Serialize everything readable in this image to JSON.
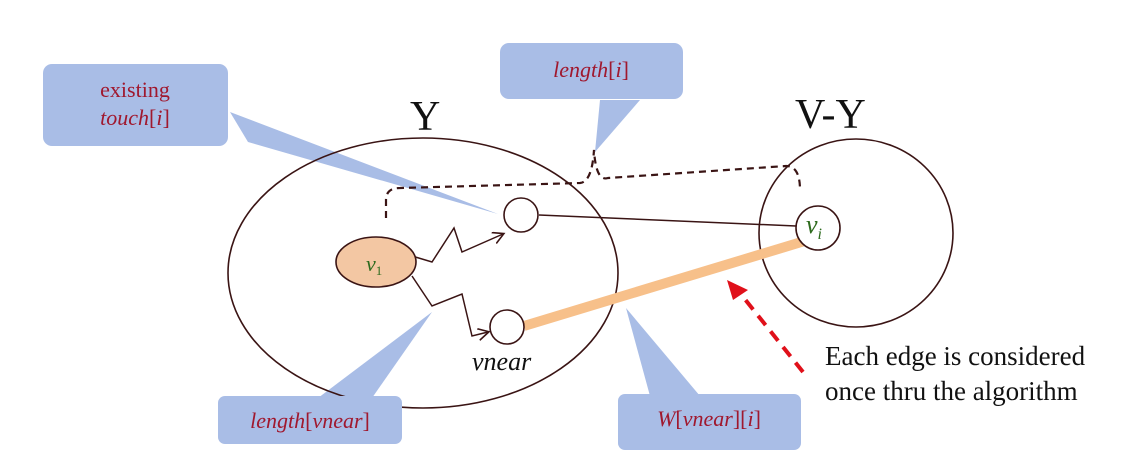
{
  "colors": {
    "callout_fill": "#a9bde6",
    "callout_text": "#a0182e",
    "ink": "#3a1414",
    "source_fill": "#f3c7a3",
    "highlight_edge": "#f7c08a",
    "arrow_red": "#e0101a",
    "vi_text": "#2e6b1e",
    "caption_text": "#111111"
  },
  "sets": {
    "left_label": "Y",
    "right_label": "V-Y"
  },
  "nodes": {
    "source": {
      "base": "v",
      "sub": "1"
    },
    "target": {
      "base": "v",
      "sub": "i"
    },
    "vnear": "vnear"
  },
  "callouts": {
    "existing_line1": "existing",
    "existing_line2_italic": "touch",
    "existing_line2_rest": "[",
    "existing_line2_index": "i",
    "existing_line2_end": "]",
    "length_i_italic": "length",
    "length_i_open": "[",
    "length_i_index": "i",
    "length_i_close": "]",
    "length_vnear_italic": "length",
    "length_vnear_open": "[",
    "length_vnear_index": "vnear",
    "length_vnear_close": "]",
    "w_italic": "W",
    "w_open": "[",
    "w_index1": "vnear",
    "w_mid": "][",
    "w_index2": "i",
    "w_close": "]"
  },
  "caption": {
    "line1": "Each edge is considered",
    "line2": "once thru the algorithm"
  }
}
